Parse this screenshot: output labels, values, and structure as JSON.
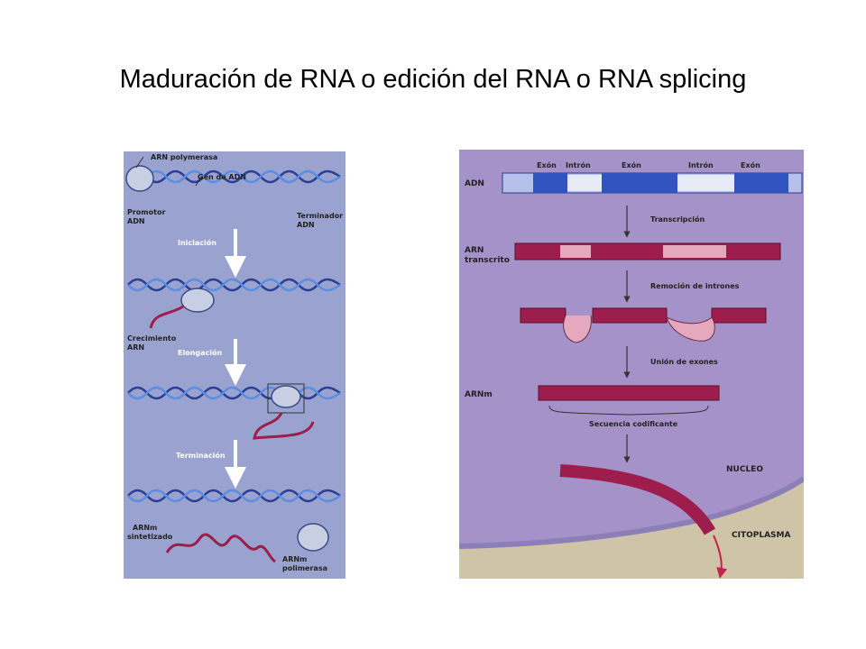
{
  "slide": {
    "title": "Maduración de RNA o edición del RNA o RNA splicing"
  },
  "transcription_panel": {
    "labels": {
      "polymerase": "ARN polymerasa",
      "gene": "Gen de ADN",
      "promoter_1": "Promotor",
      "promoter_2": "ADN",
      "terminator_1": "Terminador",
      "terminator_2": "ADN",
      "initiation": "Iniciación",
      "growing_1": "Crecimiento",
      "growing_2": "ARN",
      "elongation": "Elongación",
      "termination": "Terminación",
      "mrna_1": "ARNm",
      "mrna_2": "sintetizado",
      "released_1": "ARNm",
      "released_2": "polimerasa"
    }
  },
  "splicing_panel": {
    "labels": {
      "adn": "ADN",
      "exon_1": "Exón",
      "intron_1": "Intrón",
      "exon_2": "Exón",
      "intron_2": "Intrón",
      "exon_3": "Exón",
      "transcription": "Transcripción",
      "arn_1": "ARN",
      "arn_2": "transcrito",
      "intron_removal": "Remoción de intrones",
      "exon_joining": "Unión de exones",
      "arnm": "ARNm",
      "coding_sequence": "Secuencia codificante",
      "nucleus": "NUCLEO",
      "cytoplasm": "CITOPLASMA"
    }
  }
}
